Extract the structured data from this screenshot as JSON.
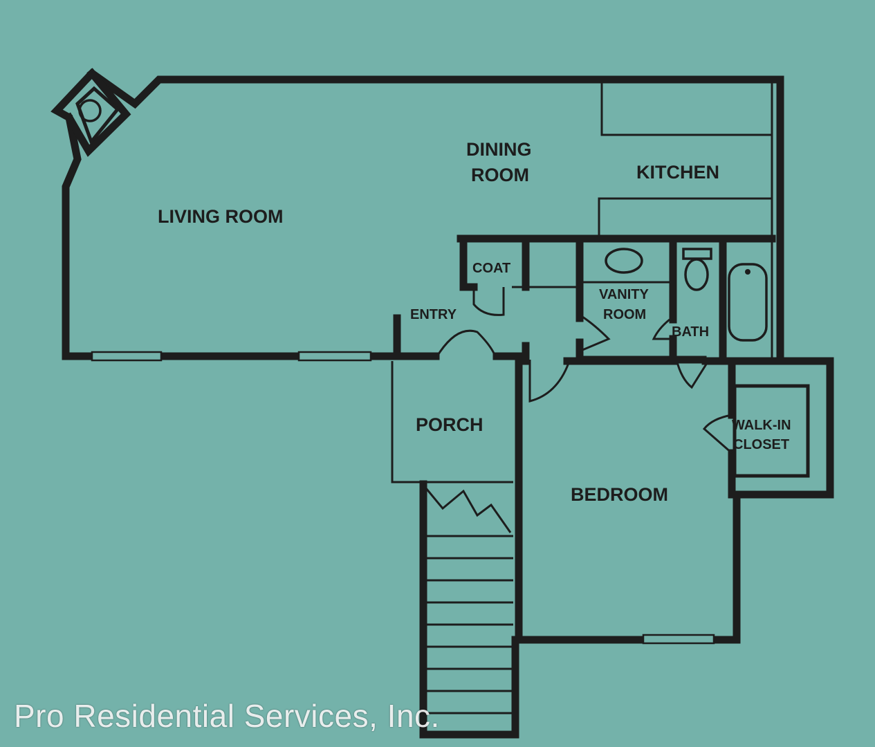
{
  "rooms": {
    "living_room": "LIVING ROOM",
    "dining_line1": "DINING",
    "dining_line2": "ROOM",
    "kitchen": "KITCHEN",
    "coat": "COAT",
    "entry": "ENTRY",
    "vanity_line1": "VANITY",
    "vanity_line2": "ROOM",
    "bath": "BATH",
    "walkin_line1": "WALK-IN",
    "walkin_line2": "CLOSET",
    "porch": "PORCH",
    "bedroom": "BEDROOM"
  },
  "watermark": "Pro Residential Services, Inc.",
  "colors": {
    "background": "#74b2aa",
    "walls": "#1d1d1d",
    "watermark": "#ffffff"
  }
}
